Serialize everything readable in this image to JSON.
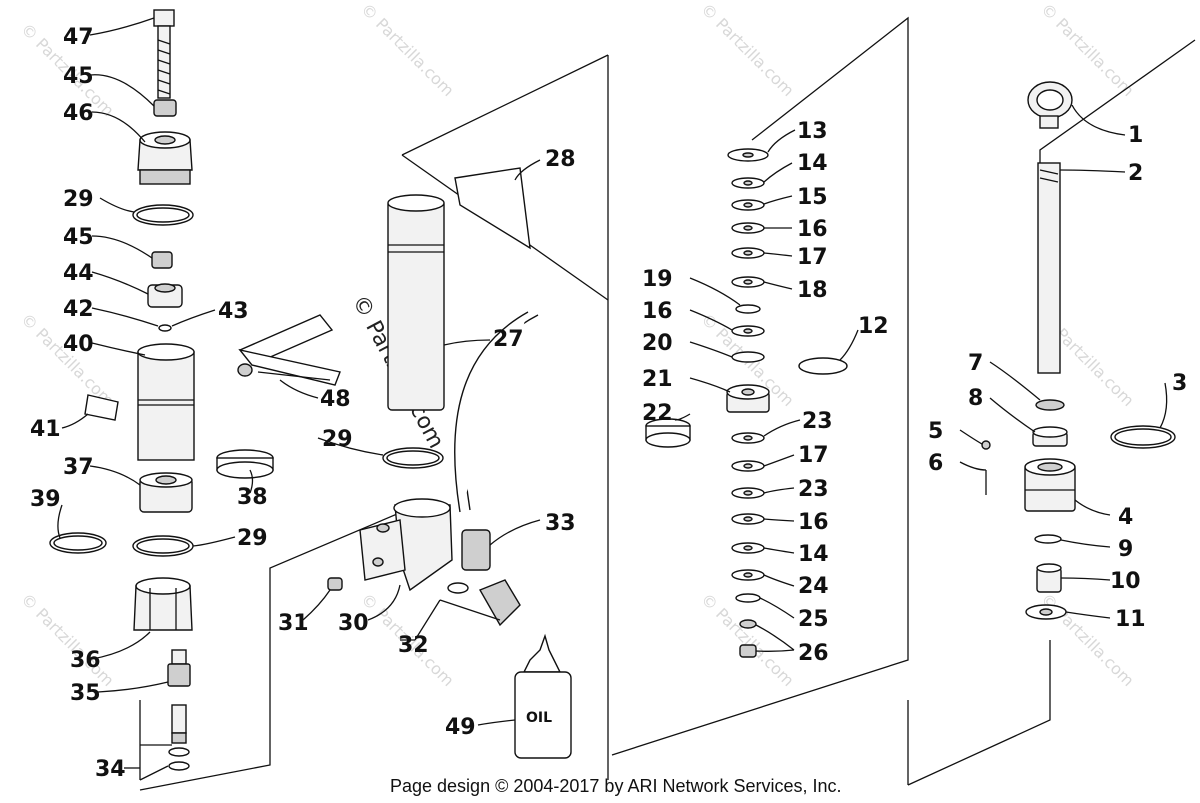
{
  "footer": "Page design © 2004-2017 by ARI Network Services, Inc.",
  "watermark": "© Partzilla.com",
  "oil_label": "OIL",
  "callouts": {
    "n1": "1",
    "n2": "2",
    "n3": "3",
    "n4": "4",
    "n5": "5",
    "n6": "6",
    "n7": "7",
    "n8": "8",
    "n9": "9",
    "n10": "10",
    "n11": "11",
    "n12": "12",
    "n13": "13",
    "n14a": "14",
    "n15": "15",
    "n16a": "16",
    "n17a": "17",
    "n18": "18",
    "n19": "19",
    "n16b": "16",
    "n20": "20",
    "n21": "21",
    "n22": "22",
    "n23a": "23",
    "n17b": "17",
    "n23b": "23",
    "n16c": "16",
    "n14b": "14",
    "n24": "24",
    "n25": "25",
    "n26": "26",
    "n28": "28",
    "n27": "27",
    "n29b": "29",
    "n33": "33",
    "n32": "32",
    "n31": "31",
    "n30": "30",
    "n49": "49",
    "n47": "47",
    "n45a": "45",
    "n46": "46",
    "n29a": "29",
    "n45b": "45",
    "n44": "44",
    "n42": "42",
    "n43": "43",
    "n40": "40",
    "n48": "48",
    "n41": "41",
    "n37": "37",
    "n38": "38",
    "n39": "39",
    "n29c": "29",
    "n36": "36",
    "n35": "35",
    "n34": "34"
  }
}
